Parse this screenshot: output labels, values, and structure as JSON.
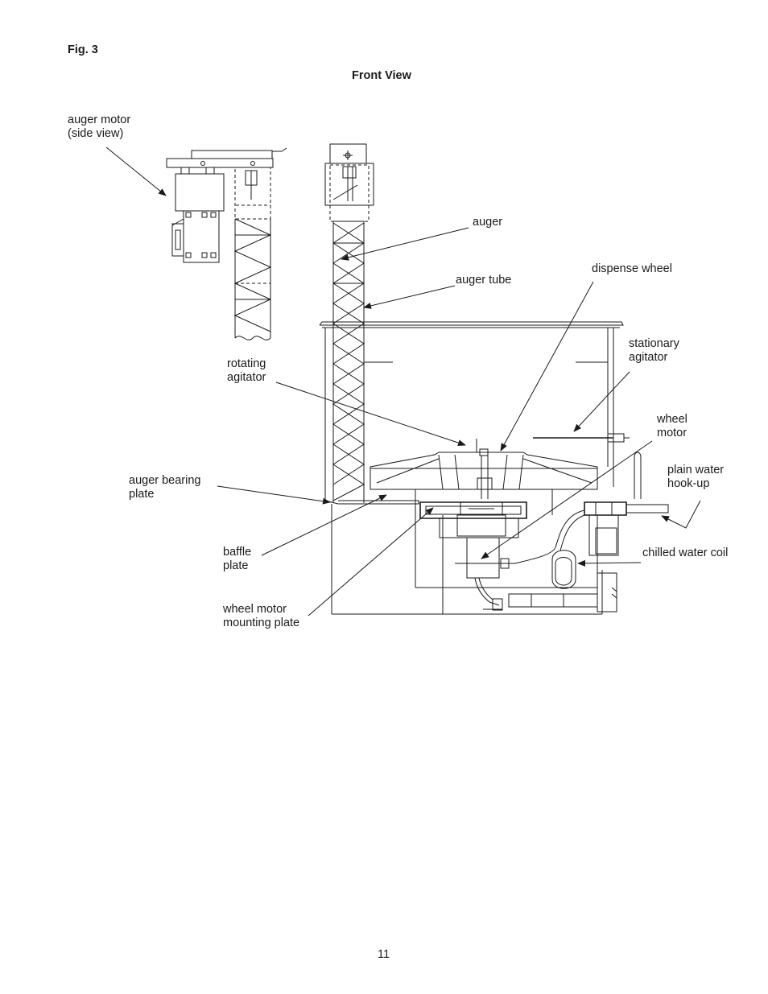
{
  "figure_label": "Fig. 3",
  "view_title": "Front View",
  "page_number": "11",
  "callouts": {
    "auger_motor": "auger motor\n(side view)",
    "auger": "auger",
    "auger_tube": "auger tube",
    "dispense_wheel": "dispense wheel",
    "stationary_agitator": "stationary\nagitator",
    "rotating_agitator": "rotating\nagitator",
    "wheel_motor": "wheel\nmotor",
    "plain_water_hookup": "plain water\nhook-up",
    "auger_bearing_plate": "auger bearing\nplate",
    "baffle_plate": "baffle\nplate",
    "chilled_water_coil": "chilled water coil",
    "wheel_motor_mounting_plate": "wheel motor\nmounting plate"
  },
  "colors": {
    "ink": "#1a1a1a",
    "paper": "#ffffff"
  }
}
